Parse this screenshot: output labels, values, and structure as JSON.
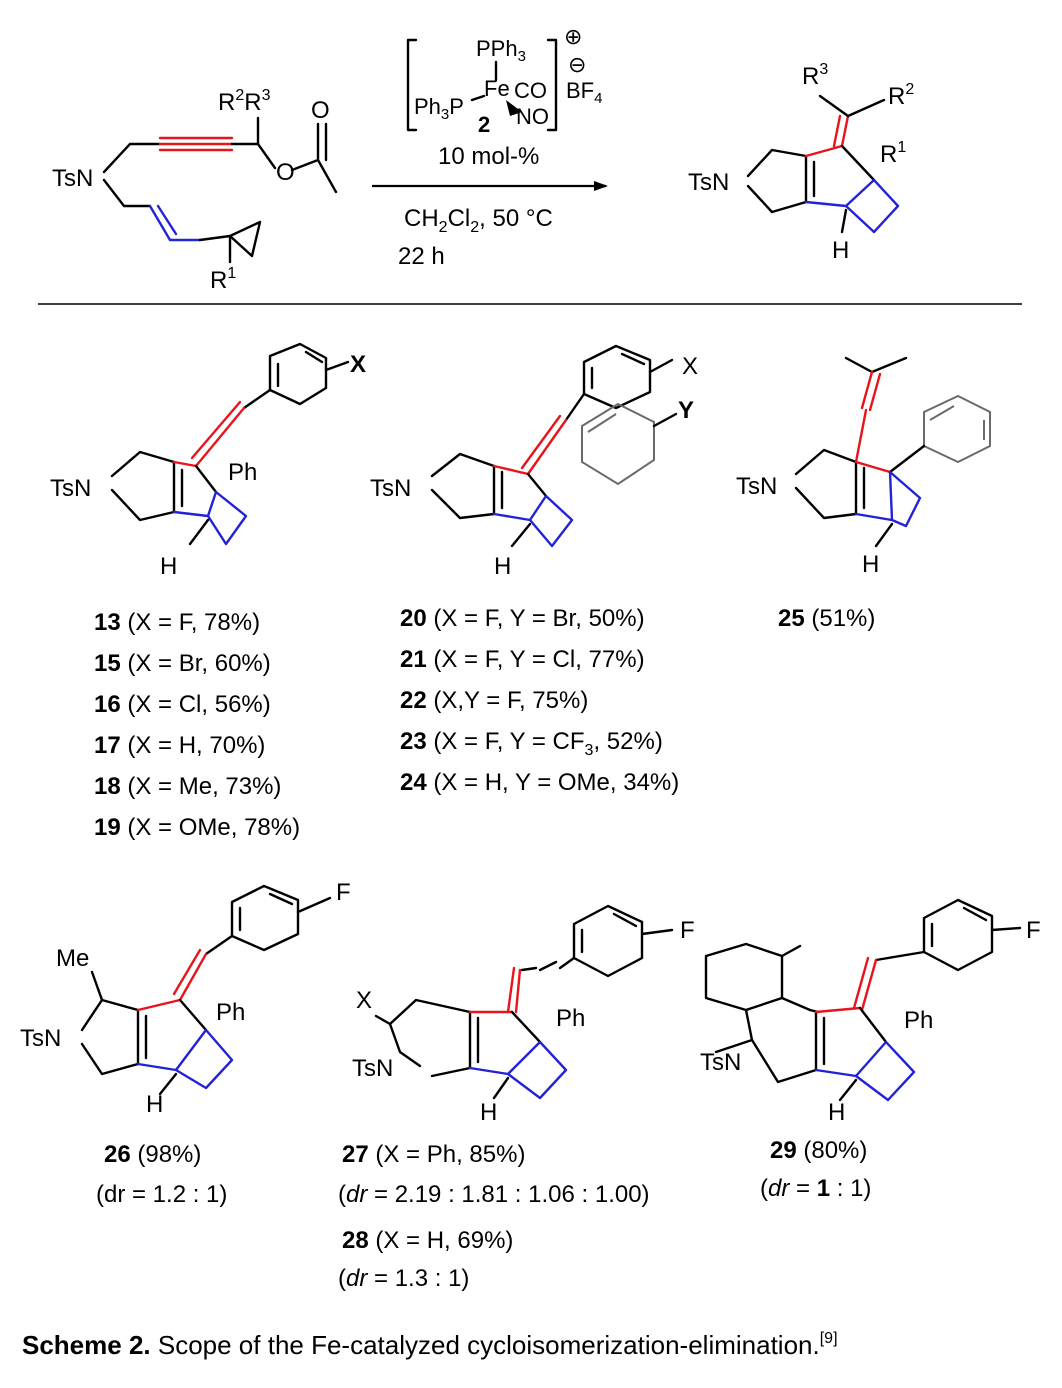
{
  "reaction": {
    "reactant_labels": {
      "ts": "TsN",
      "r2": "R",
      "r2_sup": "2",
      "r3": "R",
      "r3_sup": "3",
      "r1": "R",
      "r1_sup": "1",
      "acetate_o": "O",
      "carbonyl_o": "O"
    },
    "catalyst": {
      "pph3_a": "PPh",
      "pph3_a_sub": "3",
      "fe": "Fe",
      "ph3p_a": "Ph",
      "ph3p_sub": "3",
      "ph3p_b": "P",
      "co": "CO",
      "no": "NO",
      "compound_number": "2",
      "charge_plus": "⊕",
      "charge_minus": "⊖",
      "bf4_a": "BF",
      "bf4_sub": "4"
    },
    "conditions": {
      "loading": "10 mol-%",
      "solvent_a": "CH",
      "solvent_sub1": "2",
      "solvent_b": "Cl",
      "solvent_sub2": "2",
      "solvent_c": ", 50 °C",
      "time": "22 h"
    },
    "product_labels": {
      "ts": "TsN",
      "r1": "R",
      "r1_sup": "1",
      "r2": "R",
      "r2_sup": "2",
      "r3": "R",
      "r3_sup": "3",
      "h": "H"
    }
  },
  "compounds": {
    "c13_series": {
      "labels": {
        "x": "X",
        "ph": "Ph",
        "ts": "TsN",
        "h": "H"
      },
      "entries": [
        {
          "num": "13",
          "text": " (X = F, 78%)"
        },
        {
          "num": "15",
          "text": " (X = Br, 60%)"
        },
        {
          "num": "16",
          "text": " (X = Cl, 56%)"
        },
        {
          "num": "17",
          "text": " (X = H, 70%)"
        },
        {
          "num": "18",
          "text": " (X = Me, 73%)"
        },
        {
          "num": "19",
          "text": " (X = OMe, 78%)"
        }
      ]
    },
    "c20_series": {
      "labels": {
        "x": "X",
        "y": "Y",
        "ts": "TsN",
        "h": "H"
      },
      "entries": [
        {
          "num": "20",
          "text": " (X = F,  Y = Br, 50%)"
        },
        {
          "num": "21",
          "text": " (X = F,  Y = Cl, 77%)"
        },
        {
          "num": "22",
          "text": " (X,Y = F,  75%)"
        },
        {
          "num": "23",
          "text": " (X = F,  Y = CF",
          "sub": "3",
          "tail": ", 52%)"
        },
        {
          "num": "24",
          "text": " (X = H,  Y = OMe, 34%)"
        }
      ]
    },
    "c25": {
      "labels": {
        "ts": "TsN",
        "h": "H"
      },
      "num": "25",
      "text": " (51%)"
    },
    "c26": {
      "labels": {
        "me": "Me",
        "f": "F",
        "ph": "Ph",
        "ts": "TsN",
        "h": "H"
      },
      "num": "26",
      "text": " (98%)",
      "dr": "(dr = 1.2 : 1)"
    },
    "c27": {
      "labels": {
        "x": "X",
        "f": "F",
        "ph": "Ph",
        "ts": "TsN",
        "h": "H"
      },
      "num": "27",
      "text": " (X = Ph, 85%)",
      "dr_a": "(",
      "dr_it": "dr",
      "dr_b": " = 2.19 : 1.81 : 1.06 : 1.00)"
    },
    "c28": {
      "num": "28",
      "text": " (X = H, 69%)",
      "dr_a": "(",
      "dr_it": "dr",
      "dr_b": " = 1.3 : 1)"
    },
    "c29": {
      "labels": {
        "f": "F",
        "ph": "Ph",
        "ts": "TsN",
        "h": "H"
      },
      "num": "29",
      "text": " (80%)",
      "dr_a": "(",
      "dr_it": "dr",
      "dr_b": " = ",
      "dr_c": "1",
      "dr_d": " : 1)"
    }
  },
  "caption": {
    "label": "Scheme 2.",
    "text": " Scope of the Fe-catalyzed cycloisomerization-elimination.",
    "ref": "[9]"
  },
  "colors": {
    "new_bonds_red": "#e8141c",
    "new_bonds_blue": "#2323d6",
    "aromatic_gray": "#6a6a6a"
  }
}
